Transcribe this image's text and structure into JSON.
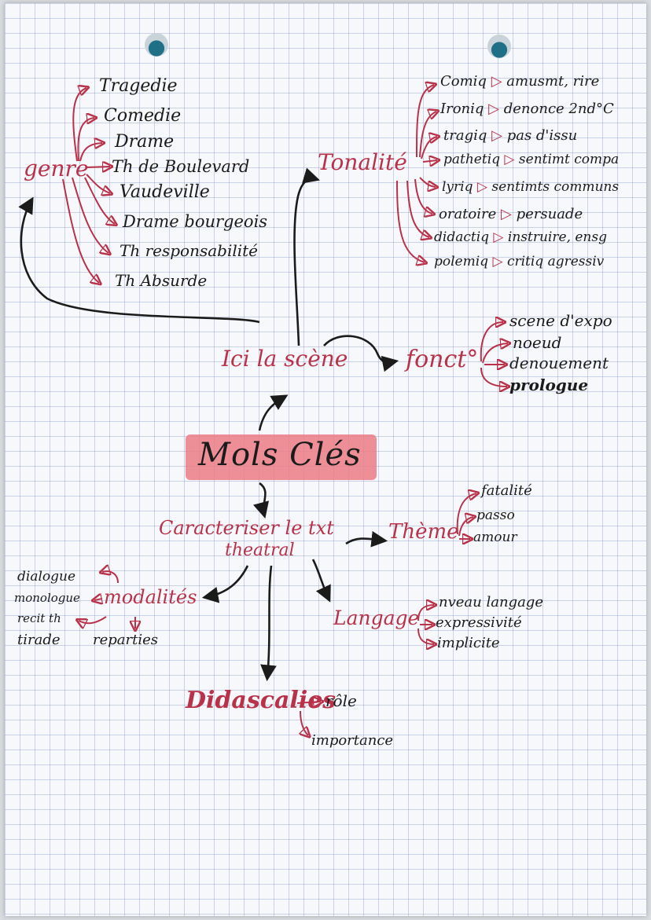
{
  "center": "Mols Clés",
  "scene": {
    "title": "Ici la scène",
    "genre": {
      "label": "genre",
      "items": [
        "Tragedie",
        "Comedie",
        "Drame",
        "Th de Boulevard",
        "Vaudeville",
        "Drame bourgeois",
        "Th responsabilité",
        "Th Absurde"
      ]
    },
    "tonalite": {
      "label": "Tonalité",
      "items": [
        {
          "name": "Comiq",
          "note": "amusmt, rire"
        },
        {
          "name": "Ironiq",
          "note": "denonce 2nd°C"
        },
        {
          "name": "tragiq",
          "note": "pas d'issu"
        },
        {
          "name": "pathetiq",
          "note": "sentimt compa"
        },
        {
          "name": "lyriq",
          "note": "sentimts communs"
        },
        {
          "name": "oratoire",
          "note": "persuade"
        },
        {
          "name": "didactiq",
          "note": "instruire, ensg"
        },
        {
          "name": "polemiq",
          "note": "critiq agressiv"
        }
      ]
    },
    "fonction": {
      "label": "fonct°",
      "items": [
        "scene d'expo",
        "noeud",
        "denouement",
        "prologue"
      ]
    }
  },
  "caracteriser": {
    "title_line1": "Caracteriser le txt",
    "title_line2": "theatral",
    "theme": {
      "label": "Thème",
      "items": [
        "fatalité",
        "passo",
        "amour"
      ]
    },
    "modalites": {
      "label": "modalités",
      "items": [
        "dialogue",
        "monologue",
        "recit th",
        "tirade",
        "reparties"
      ]
    },
    "langage": {
      "label": "Langage",
      "items": [
        "nveau langage",
        "expressivité",
        "implicite"
      ]
    },
    "didascalies": {
      "label": "Didascalies",
      "items": [
        "rôle",
        "importance"
      ]
    }
  },
  "colors": {
    "ink_red": "#b8324a",
    "ink_black": "#1b1b1b",
    "highlight": "#ec7d85",
    "grid": "#8ea0c8"
  }
}
